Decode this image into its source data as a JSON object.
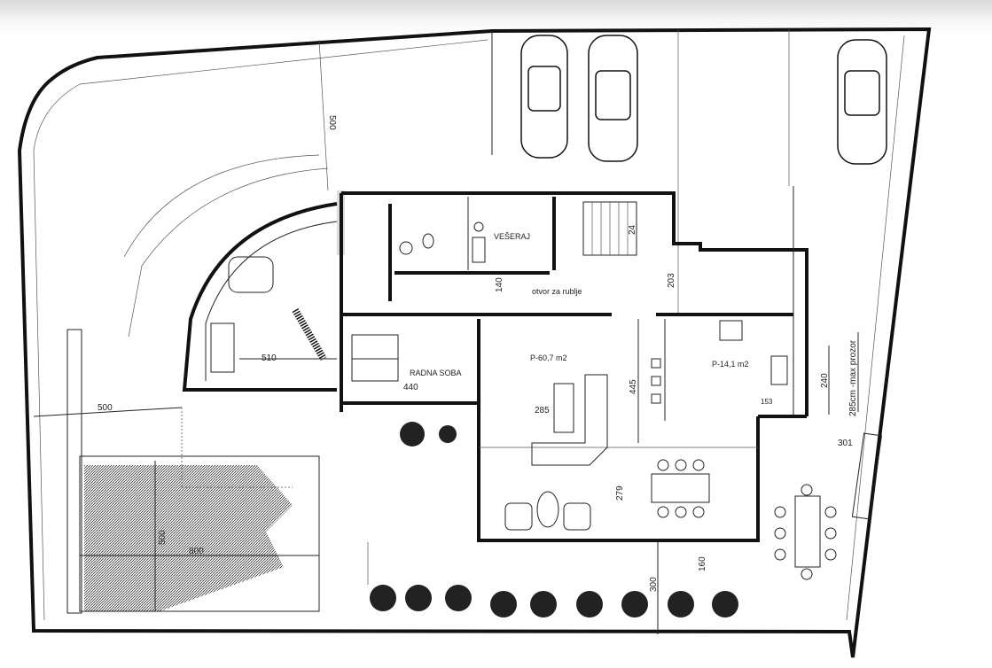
{
  "plan": {
    "rooms": {
      "laundry": "VEŠERAJ",
      "study": "RADNA SOBA",
      "living_area": "P-60,7 m2",
      "kitchen_area": "P-14,1 m2",
      "laundry_chute": "otvor za rublje"
    },
    "dimensions": {
      "setback_top": "500",
      "stair": "24",
      "corridor_height": "203",
      "corridor_width": "140",
      "terrace": "510",
      "study_width": "440",
      "living_depth": "445",
      "living_width": "285",
      "window_height": "240",
      "max_window": "285cm -max prozor",
      "kitchen_counter": "153",
      "side_setback": "301",
      "garden_left": "500",
      "dining_depth": "279",
      "pool_width": "800",
      "pool_depth": "500",
      "front_setback": "300",
      "hedge_offset": "160"
    }
  }
}
